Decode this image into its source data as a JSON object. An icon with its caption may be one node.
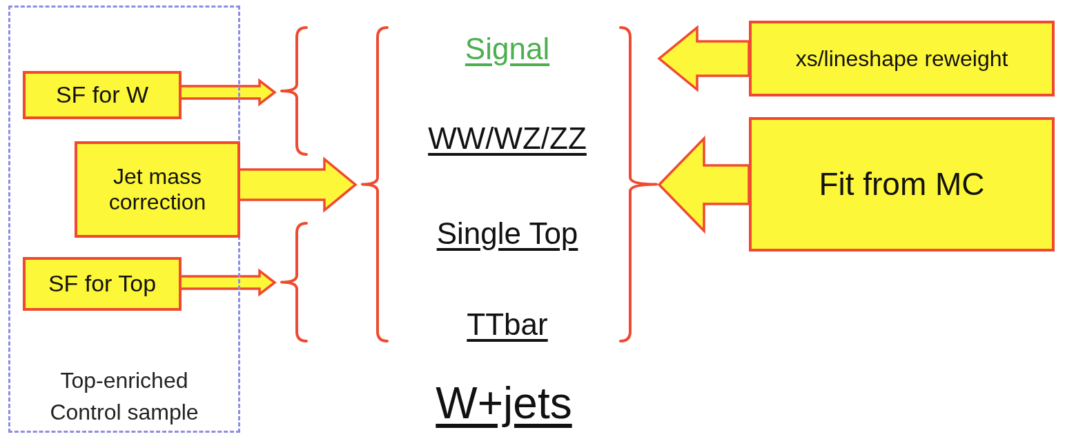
{
  "diagram": {
    "nodes": [
      {
        "text": [
          "Top-enriched Control sample"
        ]
      },
      {
        "text": [
          "SF for W"
        ],
        "in": 0
      },
      {
        "text": [
          "Jet mass correction"
        ],
        "in": 0
      },
      {
        "text": [
          "SF for Top"
        ],
        "in": 0
      },
      {
        "text": [],
        "shape": "bracket"
      },
      {
        "text": [],
        "shape": "bracket"
      },
      {
        "text": [],
        "shape": "bracket"
      },
      {
        "text": [
          "Signal"
        ],
        "in": 6
      },
      {
        "text": [
          "WW/WZ/ZZ"
        ],
        "in": 6
      },
      {
        "text": [
          "Single Top"
        ],
        "in": 6
      },
      {
        "text": [
          "TTbar"
        ],
        "in": 6
      },
      {
        "text": [
          "xs/lineshape reweight"
        ]
      },
      {
        "text": [
          "Fit from MC"
        ]
      }
    ],
    "edges": [
      {
        "from": 1,
        "to": 4,
        "arrow": "to"
      },
      {
        "from": 2,
        "to": 6,
        "arrow": "to"
      },
      {
        "from": 3,
        "to": 5,
        "arrow": "to"
      },
      {
        "from": 11,
        "to": 6,
        "arrow": "to"
      },
      {
        "from": 12,
        "to": 6,
        "arrow": "to"
      }
    ],
    "labels": [
      "W+jets"
    ]
  }
}
